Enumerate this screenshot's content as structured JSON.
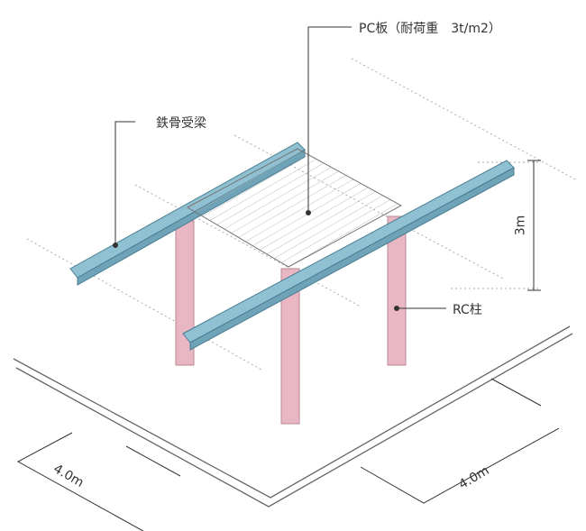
{
  "labels": {
    "pc_slab": "PC板（耐荷重　3t/m2）",
    "steel_beam": "鉄骨受梁",
    "rc_column": "RC柱",
    "height": "3m",
    "span_left": "4.0m",
    "span_right": "4.0m"
  },
  "colors": {
    "beam": "#8fc1d3",
    "column": "#e8b7c3",
    "slab": "#f4f4f0"
  }
}
